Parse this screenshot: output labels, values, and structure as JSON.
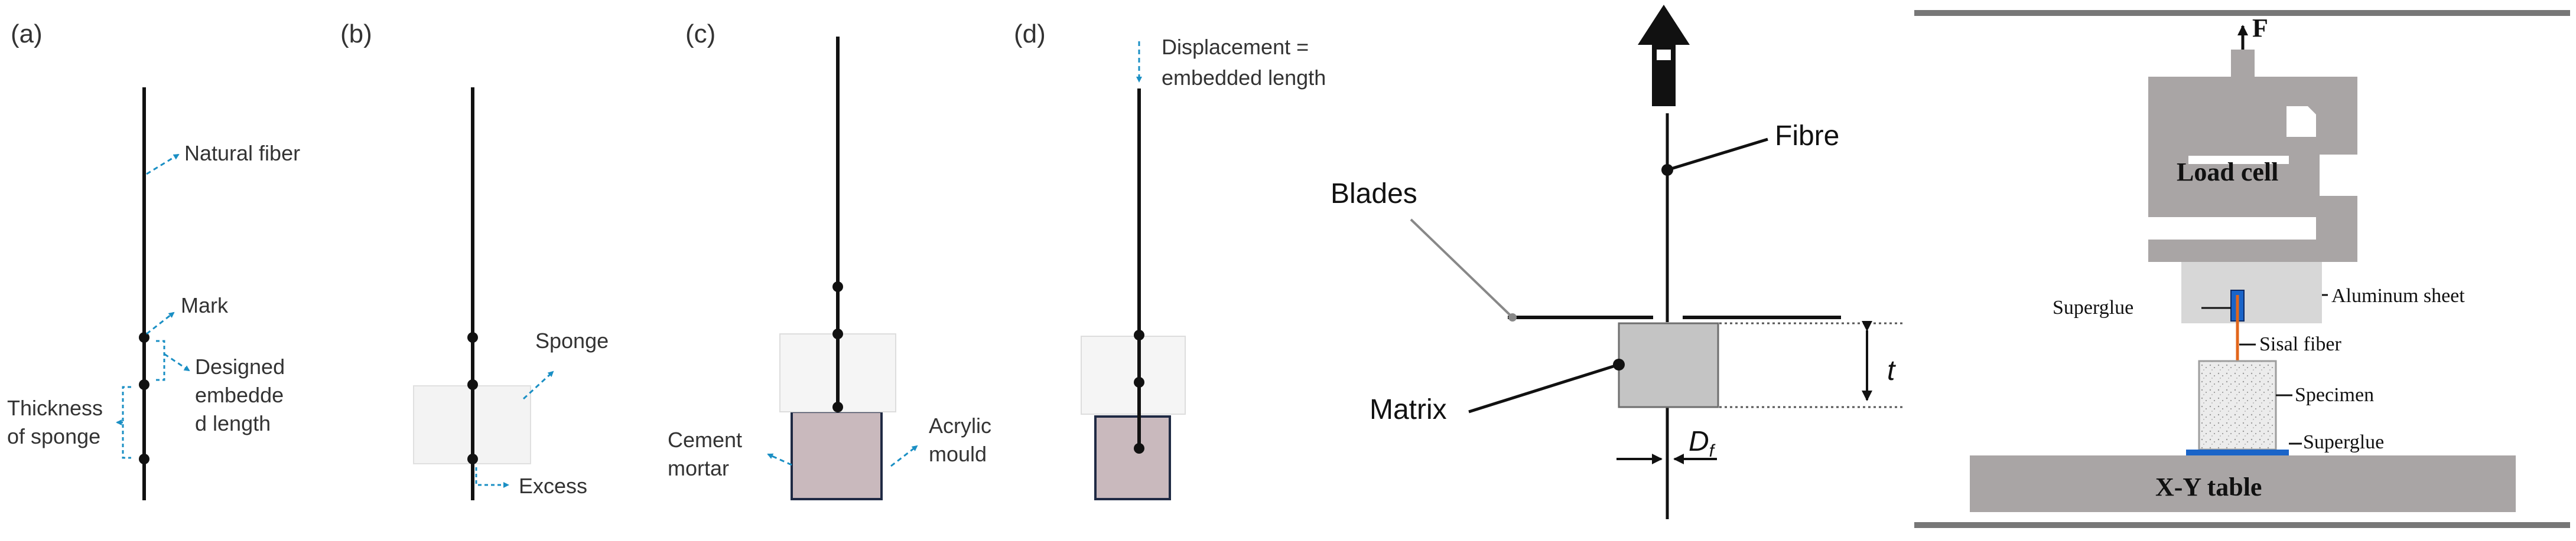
{
  "colors": {
    "fiber": "#111111",
    "leader": "#1a8fc4",
    "sponge": "#f3f3f3",
    "mortar": "#c9b9bd",
    "mould_edge": "#1f2a44",
    "matrix": "#c4c4c4",
    "machine": "#a9a5a5",
    "aluminum": "#d7d7d7",
    "sisal": "#e2661b",
    "glue": "#1a64c8"
  },
  "panel_a": {
    "tag": "(a)",
    "natural_fiber": "Natural fiber",
    "mark": "Mark",
    "designed_length": [
      "Designed",
      "embedde",
      "d length"
    ],
    "thickness": [
      "Thickness",
      "of sponge"
    ]
  },
  "panel_b": {
    "tag": "(b)",
    "sponge": "Sponge",
    "excess": "Excess"
  },
  "panel_c": {
    "tag": "(c)",
    "cement_mortar": [
      "Cement",
      "mortar"
    ],
    "acrylic_mould": [
      "Acrylic",
      "mould"
    ]
  },
  "panel_d": {
    "tag": "(d)",
    "displacement": [
      "Displacement =",
      "embedded length"
    ]
  },
  "panel_e": {
    "fibre": "Fibre",
    "blades": "Blades",
    "matrix": "Matrix",
    "t": "t",
    "df_main": "D",
    "df_sub": "f"
  },
  "panel_f": {
    "force": "F",
    "load_cell": "Load cell",
    "aluminum_sheet": "Aluminum sheet",
    "superglue_top": "Superglue",
    "sisal_fiber": "Sisal fiber",
    "specimen": "Specimen",
    "superglue_bottom": "Superglue",
    "xy_table": "X-Y table"
  }
}
